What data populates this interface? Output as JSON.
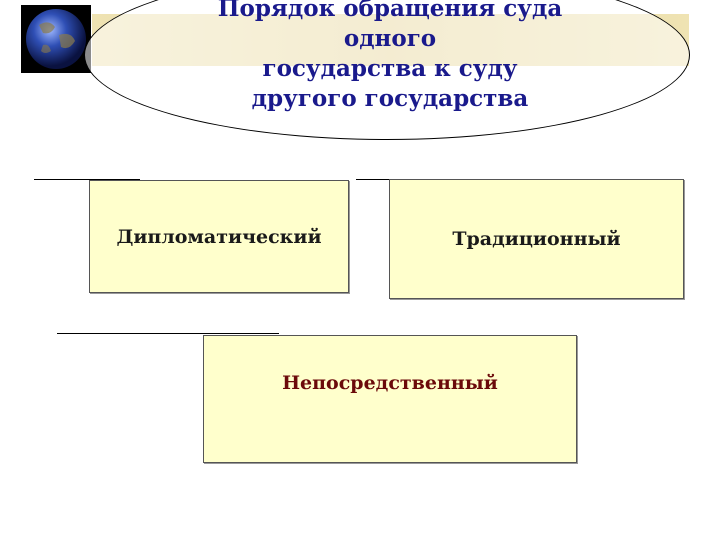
{
  "title": {
    "line1": "Порядок обращения суда",
    "line2": "одного",
    "line3": "государства к суду",
    "line4": "другого государства"
  },
  "boxes": {
    "diplomatic": "Дипломатический",
    "traditional": "Традиционный",
    "direct": "Непосредственный"
  },
  "colors": {
    "box_fill": "#ffffcc",
    "title_text": "#1a1a8c",
    "direct_text": "#6b0a0a"
  },
  "icons": {
    "globe": "globe-icon"
  }
}
